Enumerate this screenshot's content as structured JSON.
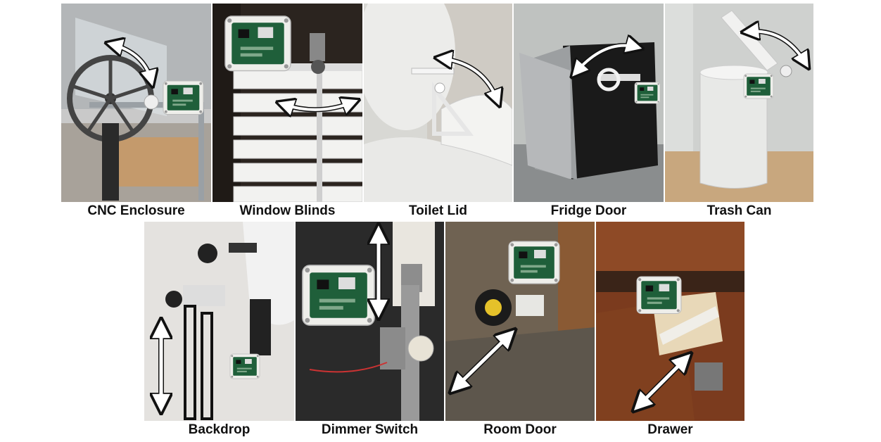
{
  "figure": {
    "top_row": [
      {
        "id": "cnc",
        "caption": "CNC Enclosure",
        "icon": "pcb-module-icon"
      },
      {
        "id": "blinds",
        "caption": "Window Blinds",
        "icon": "pcb-module-icon"
      },
      {
        "id": "toilet",
        "caption": "Toilet Lid",
        "icon": "pcb-module-icon"
      },
      {
        "id": "fridge",
        "caption": "Fridge Door",
        "icon": "pcb-module-icon"
      },
      {
        "id": "trash",
        "caption": "Trash Can",
        "icon": "pcb-module-icon"
      }
    ],
    "bottom_row": [
      {
        "id": "backdrop",
        "caption": "Backdrop",
        "icon": "pcb-module-icon"
      },
      {
        "id": "dimmer",
        "caption": "Dimmer Switch",
        "icon": "pcb-module-icon"
      },
      {
        "id": "door",
        "caption": "Room Door",
        "icon": "pcb-module-icon"
      },
      {
        "id": "drawer",
        "caption": "Drawer",
        "icon": "pcb-module-icon"
      }
    ],
    "colors": {
      "pcb_green": "#1f5f3a",
      "enclosure_white": "#eeeeea",
      "arrow_fill": "#ffffff",
      "arrow_stroke": "#111111"
    }
  }
}
